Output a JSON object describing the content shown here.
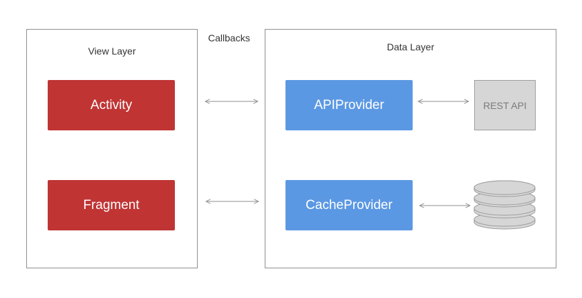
{
  "view_layer": {
    "title": "View Layer",
    "components": [
      {
        "label": "Activity"
      },
      {
        "label": "Fragment"
      }
    ],
    "color": "#c03434"
  },
  "data_layer": {
    "title": "Data Layer",
    "providers": [
      {
        "label": "APIProvider"
      },
      {
        "label": "CacheProvider"
      }
    ],
    "color": "#5b98e3"
  },
  "callbacks_label": "Callbacks",
  "rest_api": {
    "label": "REST API",
    "fill": "#d6d6d6",
    "text_color": "#7a7a7a"
  },
  "database": {
    "icon": "database-icon",
    "fill": "#d6d6d6"
  },
  "arrow_color": "#8f8f8f"
}
